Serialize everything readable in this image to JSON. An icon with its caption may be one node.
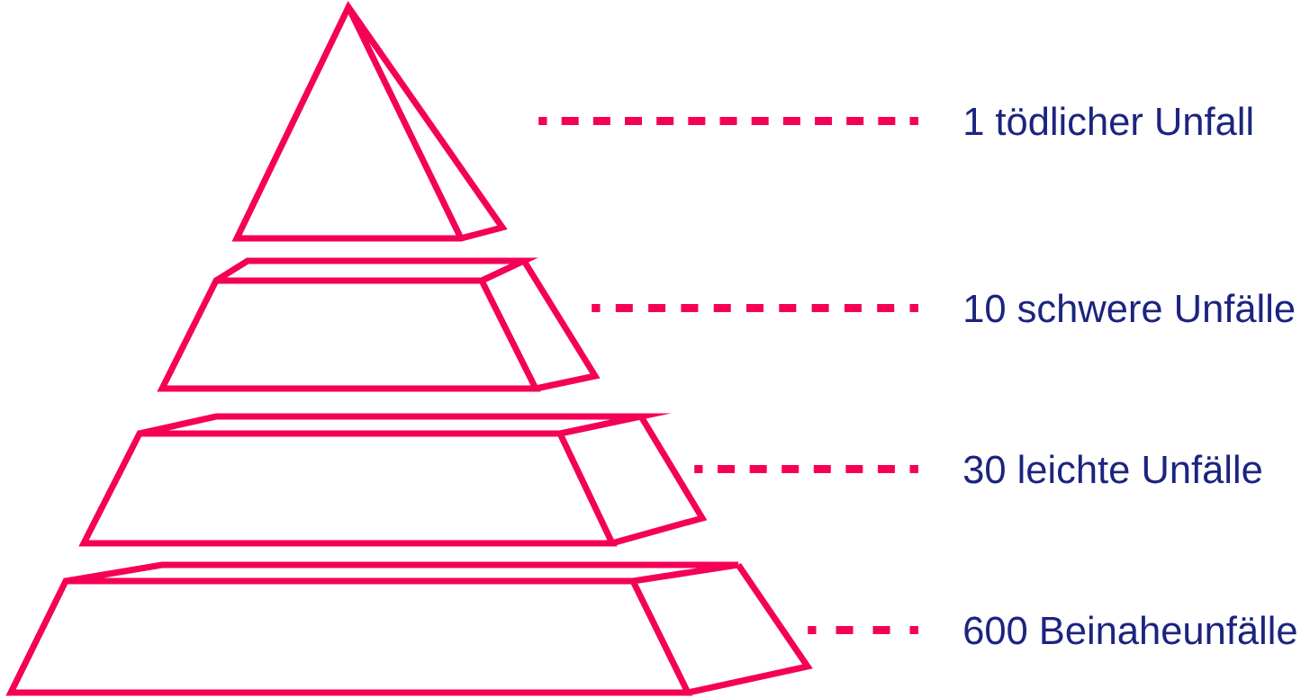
{
  "diagram": {
    "nodes": [
      {
        "text": [],
        "shape": "pyramid"
      },
      {
        "text": [
          "1 tödlicher Unfall"
        ]
      },
      {
        "text": [],
        "shape": "trapezoid"
      },
      {
        "text": [
          "10 schwere Unfälle"
        ]
      },
      {
        "text": [],
        "shape": "trapezoid"
      },
      {
        "text": [
          "30 leichte Unfälle"
        ]
      },
      {
        "text": [],
        "shape": "trapezoid"
      },
      {
        "text": [
          "600 Beinaheunfälle"
        ]
      }
    ],
    "edges": [
      {
        "from": 1,
        "to": 0,
        "arrow": "none",
        "style": "dashed"
      },
      {
        "from": 3,
        "to": 2,
        "arrow": "none",
        "style": "dashed"
      },
      {
        "from": 5,
        "to": 4,
        "arrow": "none",
        "style": "dashed"
      },
      {
        "from": 7,
        "to": 6,
        "arrow": "none",
        "style": "dashed"
      }
    ]
  }
}
